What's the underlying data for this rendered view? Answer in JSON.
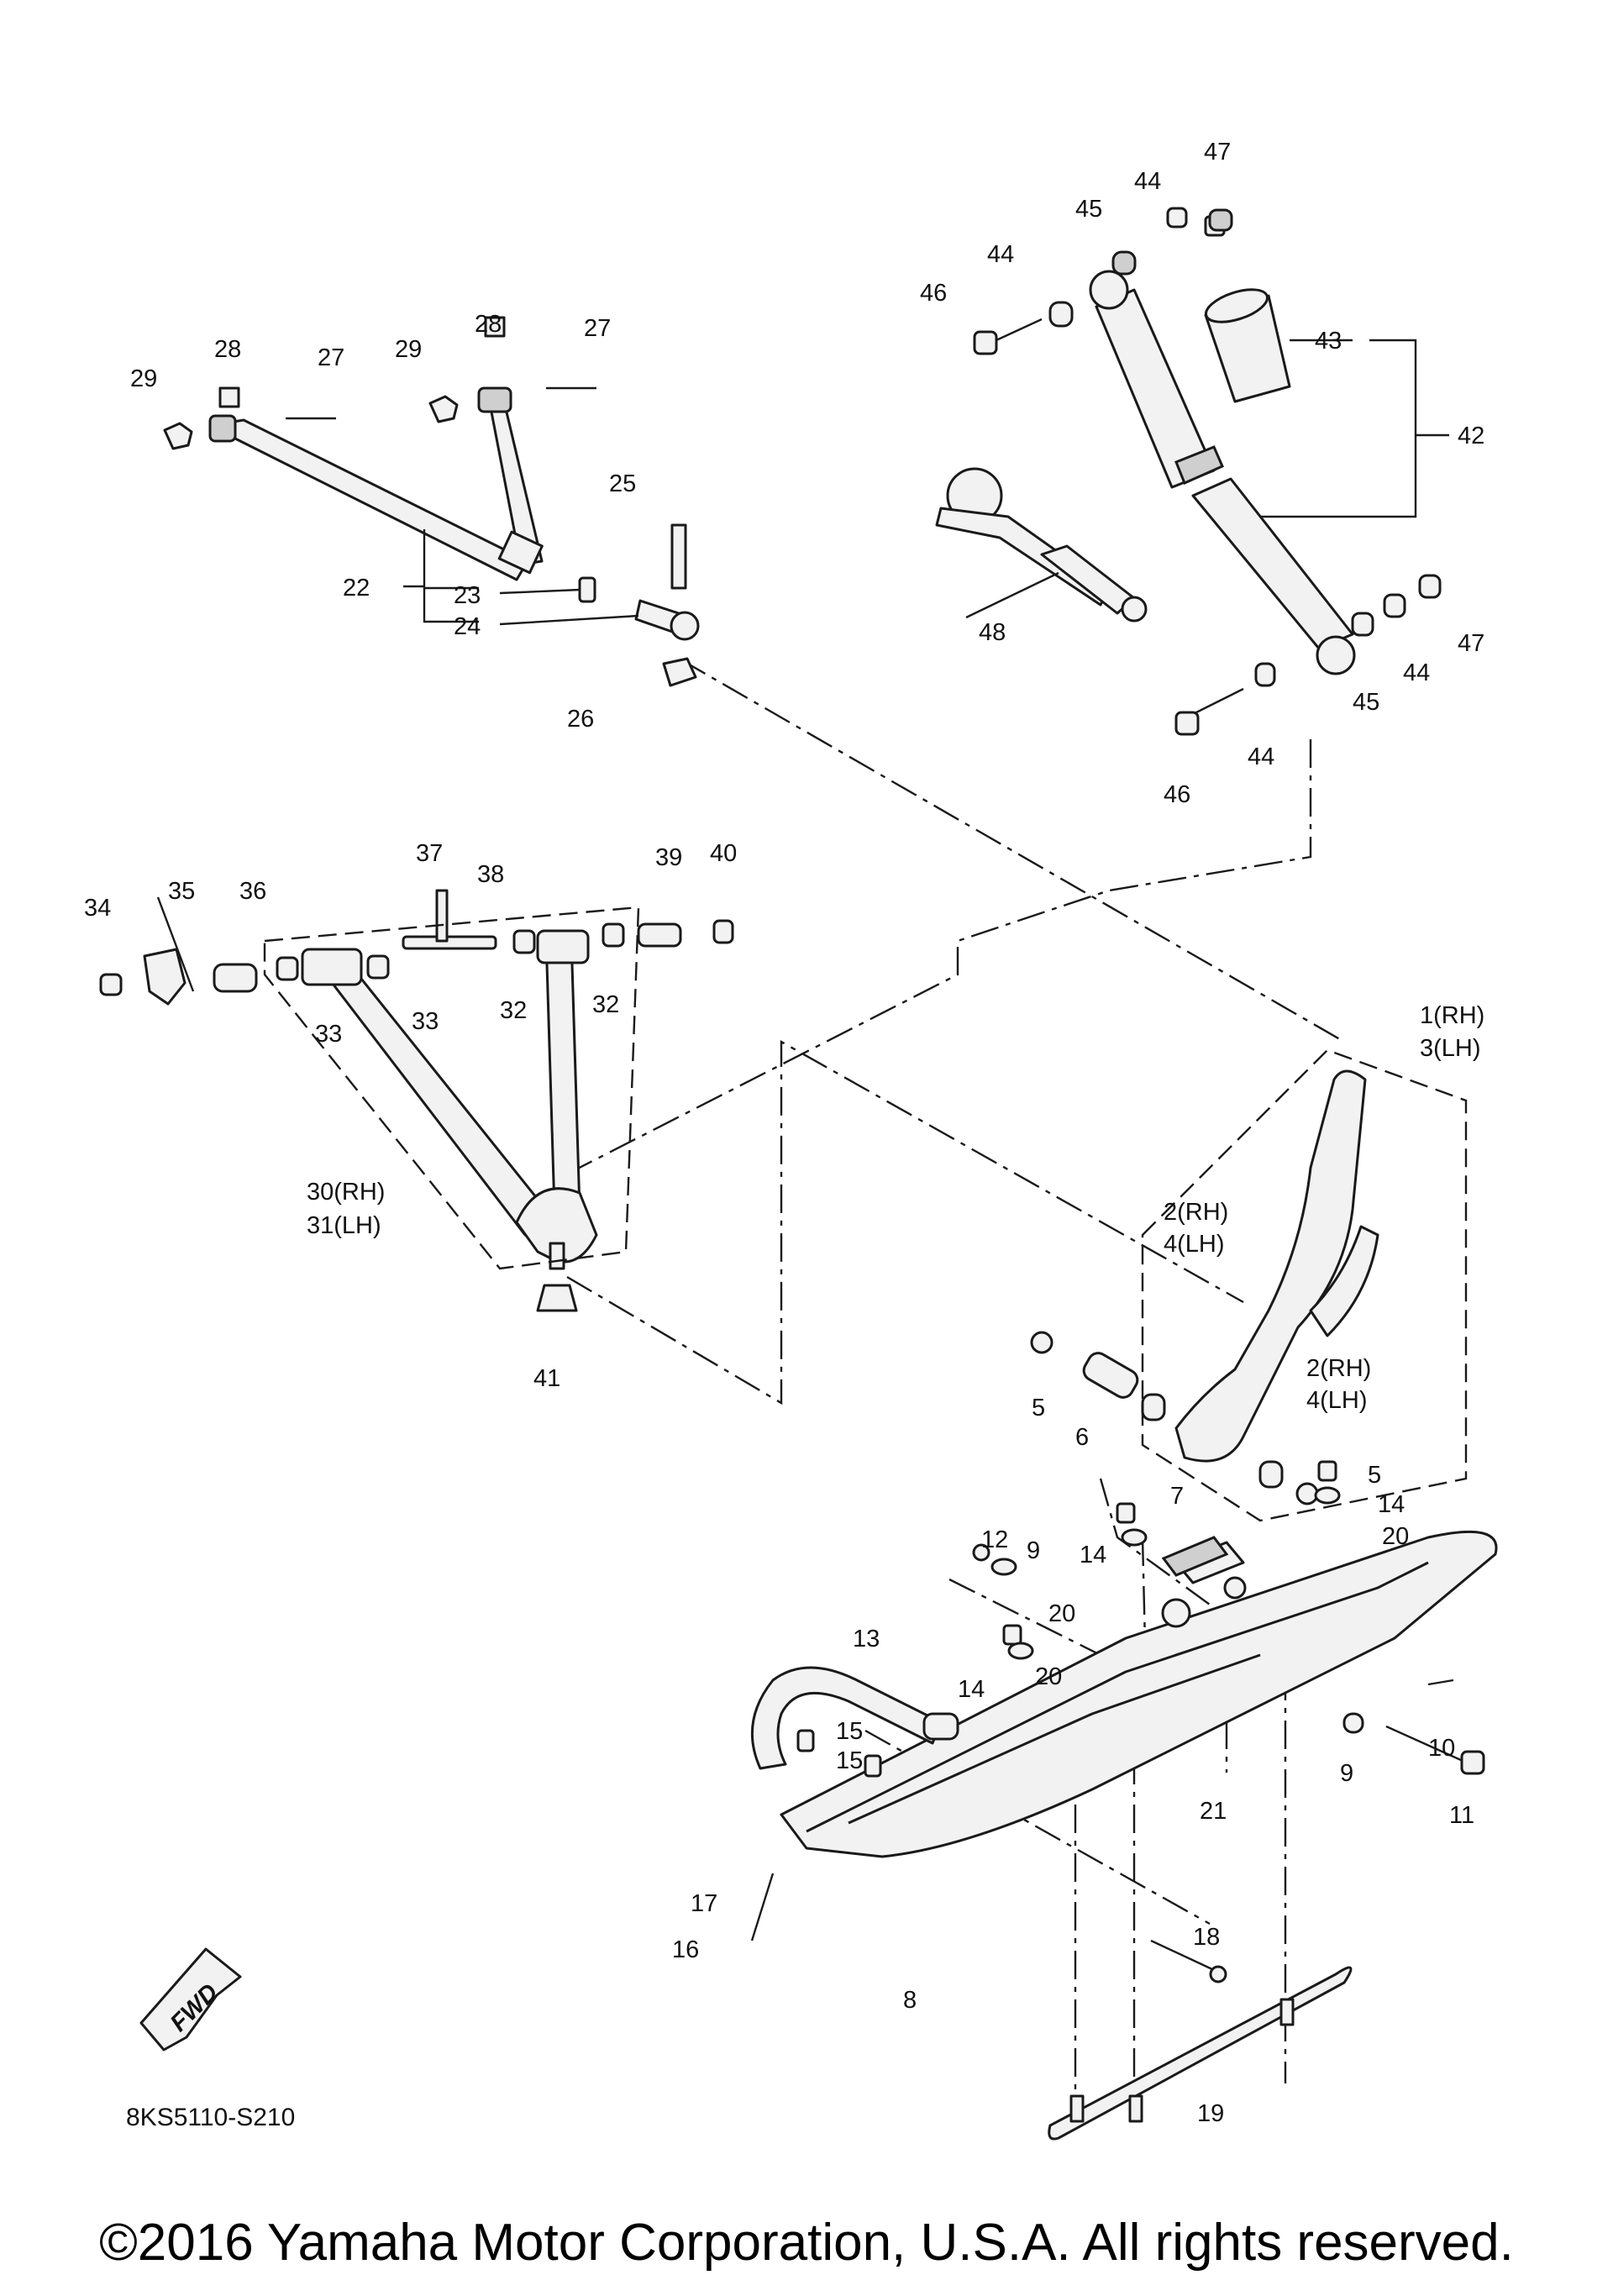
{
  "labels": {
    "l1": "1(RH)",
    "l3": "3(LH)",
    "l2a": "2(RH)",
    "l4a": "4(LH)",
    "l2b": "2(RH)",
    "l4b": "4(LH)",
    "l5a": "5",
    "l5b": "5",
    "l6": "6",
    "l7": "7",
    "l8": "8",
    "l9a": "9",
    "l9b": "9",
    "l10": "10",
    "l11": "11",
    "l12": "12",
    "l13": "13",
    "l14a": "14",
    "l14b": "14",
    "l14c": "14",
    "l15a": "15",
    "l15b": "15",
    "l16": "16",
    "l17": "17",
    "l18": "18",
    "l19": "19",
    "l20a": "20",
    "l20b": "20",
    "l20c": "20",
    "l21": "21",
    "l22": "22",
    "l23": "23",
    "l24": "24",
    "l25": "25",
    "l26": "26",
    "l27a": "27",
    "l27b": "27",
    "l28a": "28",
    "l28b": "28",
    "l29a": "29",
    "l29b": "29",
    "l30": "30(RH)",
    "l31": "31(LH)",
    "l32a": "32",
    "l32b": "32",
    "l33a": "33",
    "l33b": "33",
    "l34": "34",
    "l35": "35",
    "l36": "36",
    "l37": "37",
    "l38": "38",
    "l39": "39",
    "l40": "40",
    "l41": "41",
    "l42": "42",
    "l43": "43",
    "l44a": "44",
    "l44b": "44",
    "l44c": "44",
    "l44d": "44",
    "l45a": "45",
    "l45b": "45",
    "l46a": "46",
    "l46b": "46",
    "l47a": "47",
    "l47b": "47",
    "l48": "48"
  },
  "fwd_arrow": "FWD",
  "diagram_code": "8KS5110-S210",
  "copyright": "©2016 Yamaha Motor Corporation, U.S.A. All rights reserved."
}
